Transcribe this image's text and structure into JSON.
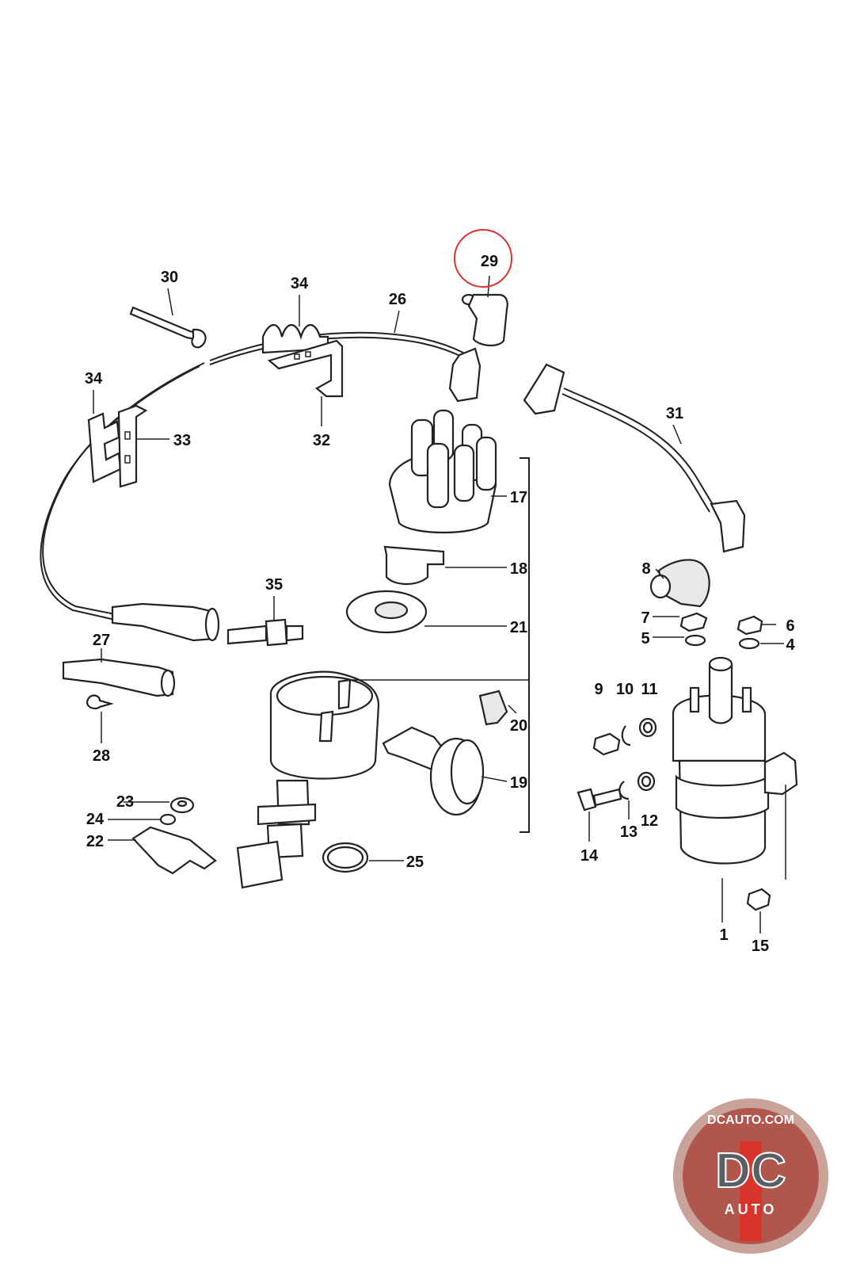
{
  "diagram": {
    "highlight_color": "#d9342b",
    "highlighted_part": "29",
    "parts": [
      {
        "id": "p1",
        "label": "1"
      },
      {
        "id": "p4",
        "label": "4"
      },
      {
        "id": "p5",
        "label": "5"
      },
      {
        "id": "p6",
        "label": "6"
      },
      {
        "id": "p7",
        "label": "7"
      },
      {
        "id": "p8",
        "label": "8"
      },
      {
        "id": "p9",
        "label": "9"
      },
      {
        "id": "p10",
        "label": "10"
      },
      {
        "id": "p11",
        "label": "11"
      },
      {
        "id": "p12",
        "label": "12"
      },
      {
        "id": "p13",
        "label": "13"
      },
      {
        "id": "p14",
        "label": "14"
      },
      {
        "id": "p15",
        "label": "15"
      },
      {
        "id": "p17",
        "label": "17"
      },
      {
        "id": "p18",
        "label": "18"
      },
      {
        "id": "p19",
        "label": "19"
      },
      {
        "id": "p20",
        "label": "20"
      },
      {
        "id": "p21",
        "label": "21"
      },
      {
        "id": "p22",
        "label": "22"
      },
      {
        "id": "p23",
        "label": "23"
      },
      {
        "id": "p24",
        "label": "24"
      },
      {
        "id": "p25",
        "label": "25"
      },
      {
        "id": "p26",
        "label": "26"
      },
      {
        "id": "p27",
        "label": "27"
      },
      {
        "id": "p28",
        "label": "28"
      },
      {
        "id": "p29",
        "label": "29"
      },
      {
        "id": "p30",
        "label": "30"
      },
      {
        "id": "p31",
        "label": "31"
      },
      {
        "id": "p32",
        "label": "32"
      },
      {
        "id": "p33",
        "label": "33"
      },
      {
        "id": "p34a",
        "label": "34"
      },
      {
        "id": "p34b",
        "label": "34"
      },
      {
        "id": "p35",
        "label": "35"
      }
    ]
  },
  "logo": {
    "site": "DCAUTO.COM",
    "mark": "DC",
    "sub": "AUTO",
    "colors": {
      "ring": "#c9a29a",
      "inner": "#b1564d",
      "band": "#d9342b",
      "letters": "#5a5f66"
    }
  }
}
